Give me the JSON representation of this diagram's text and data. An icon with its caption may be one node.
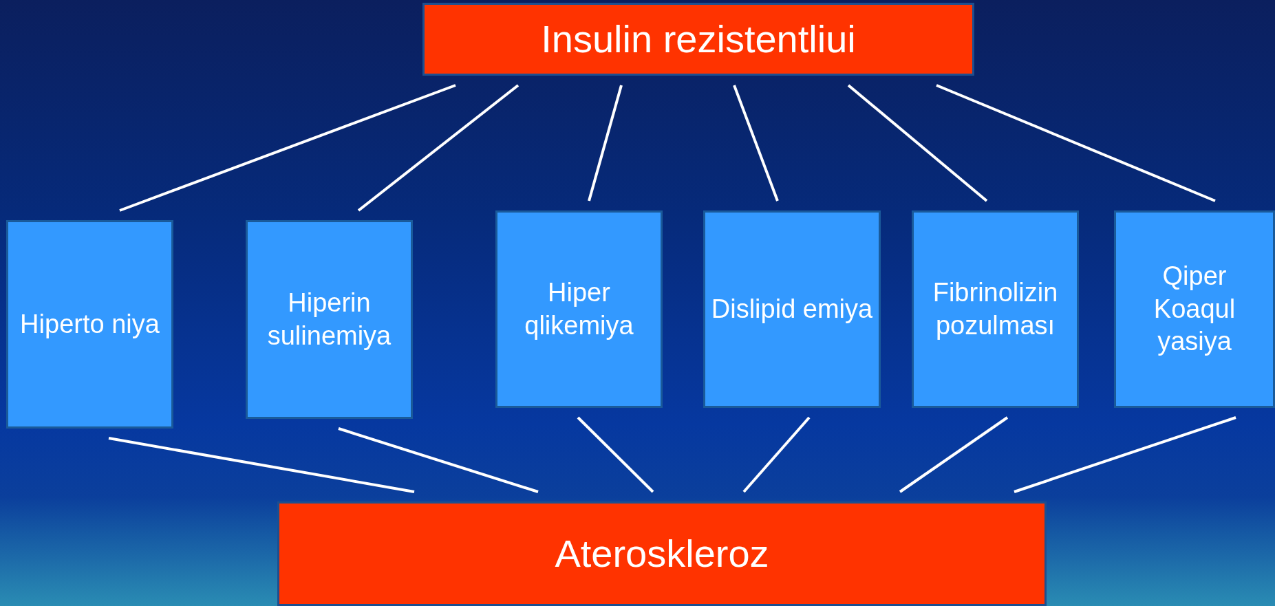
{
  "diagram": {
    "nodes": [
      {
        "text": [
          "Insulin rezistentliui"
        ]
      },
      {
        "text": [
          "Hiperto niya"
        ]
      },
      {
        "text": [
          "Hiperin sulinemiya"
        ]
      },
      {
        "text": [
          "Hiper qlikemiya"
        ]
      },
      {
        "text": [
          "Dislipid emiya"
        ]
      },
      {
        "text": [
          "Fibrinolizin pozulması"
        ]
      },
      {
        "text": [
          "Qiper Koaqul yasiya"
        ]
      },
      {
        "text": [
          "Ateroskleroz"
        ]
      }
    ],
    "edges": [
      {
        "from": 0,
        "to": 1,
        "arrow": "none"
      },
      {
        "from": 0,
        "to": 2,
        "arrow": "none"
      },
      {
        "from": 0,
        "to": 3,
        "arrow": "none"
      },
      {
        "from": 0,
        "to": 4,
        "arrow": "none"
      },
      {
        "from": 0,
        "to": 5,
        "arrow": "none"
      },
      {
        "from": 0,
        "to": 6,
        "arrow": "none"
      },
      {
        "from": 1,
        "to": 7,
        "arrow": "none"
      },
      {
        "from": 2,
        "to": 7,
        "arrow": "none"
      },
      {
        "from": 3,
        "to": 7,
        "arrow": "none"
      },
      {
        "from": 4,
        "to": 7,
        "arrow": "none"
      },
      {
        "from": 5,
        "to": 7,
        "arrow": "none"
      },
      {
        "from": 6,
        "to": 7,
        "arrow": "none"
      }
    ]
  }
}
